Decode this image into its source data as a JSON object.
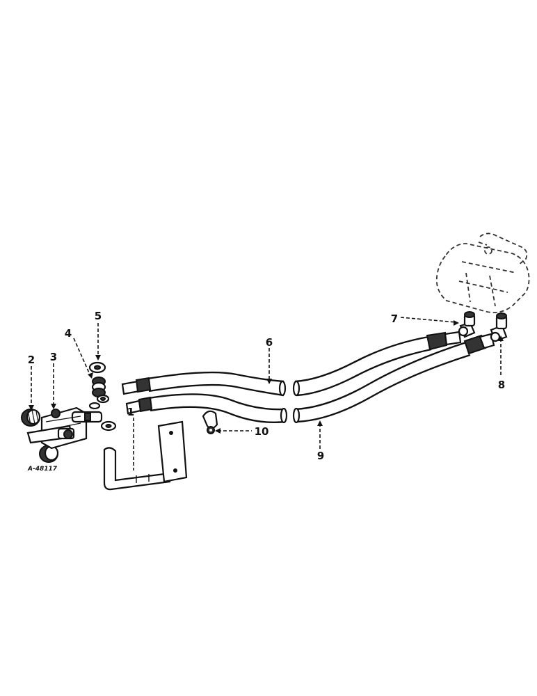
{
  "figure": {
    "drawing_code": "A-48117",
    "callouts": [
      {
        "id": "callout-1",
        "label": "1"
      },
      {
        "id": "callout-2",
        "label": "2"
      },
      {
        "id": "callout-3",
        "label": "3"
      },
      {
        "id": "callout-4",
        "label": "4"
      },
      {
        "id": "callout-5",
        "label": "5"
      },
      {
        "id": "callout-6",
        "label": "6"
      },
      {
        "id": "callout-7",
        "label": "7"
      },
      {
        "id": "callout-8",
        "label": "8"
      },
      {
        "id": "callout-9",
        "label": "9"
      },
      {
        "id": "callout-10",
        "label": "10"
      }
    ]
  }
}
